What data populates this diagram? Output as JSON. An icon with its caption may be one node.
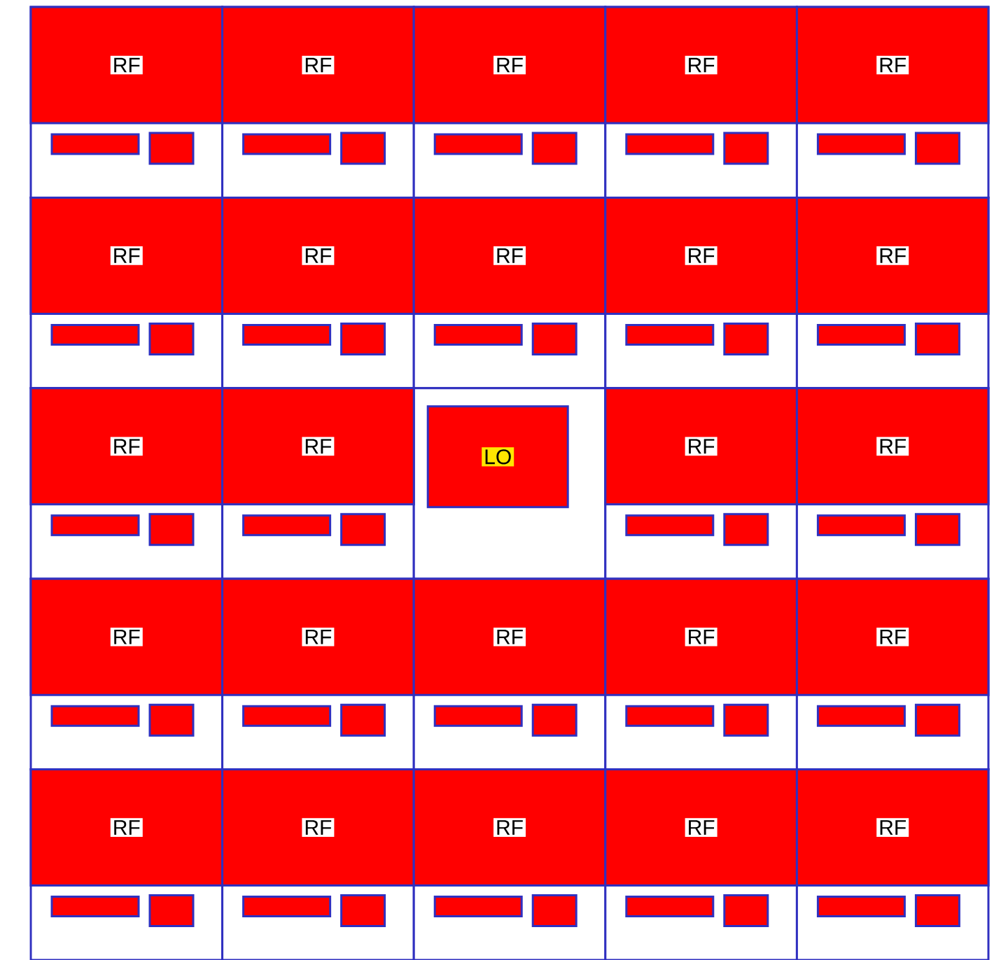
{
  "diagram": {
    "nodes": [
      {
        "text": [
          "RF"
        ]
      },
      {
        "text": [
          "RF"
        ]
      },
      {
        "text": [
          "RF"
        ]
      },
      {
        "text": [
          "RF"
        ]
      },
      {
        "text": [
          "RF"
        ]
      },
      {
        "text": [
          "RF"
        ]
      },
      {
        "text": [
          "RF"
        ]
      },
      {
        "text": [
          "RF"
        ]
      },
      {
        "text": [
          "RF"
        ]
      },
      {
        "text": [
          "RF"
        ]
      },
      {
        "text": [
          "RF"
        ]
      },
      {
        "text": [
          "RF"
        ]
      },
      {
        "text": [
          "LO"
        ]
      },
      {
        "text": [
          "RF"
        ]
      },
      {
        "text": [
          "RF"
        ]
      },
      {
        "text": [
          "RF"
        ]
      },
      {
        "text": [
          "RF"
        ]
      },
      {
        "text": [
          "RF"
        ]
      },
      {
        "text": [
          "RF"
        ]
      },
      {
        "text": [
          "RF"
        ]
      },
      {
        "text": [
          "RF"
        ]
      },
      {
        "text": [
          "RF"
        ]
      },
      {
        "text": [
          "RF"
        ]
      },
      {
        "text": [
          "RF"
        ]
      },
      {
        "text": [
          "RF"
        ]
      }
    ]
  }
}
